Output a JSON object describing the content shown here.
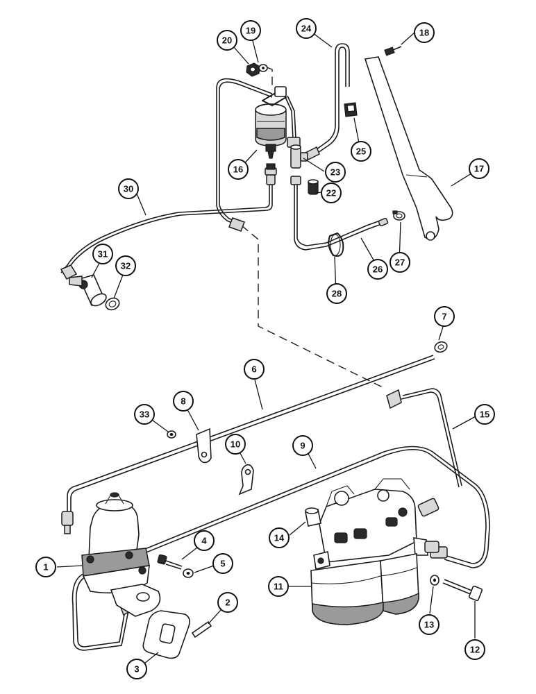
{
  "diagram": {
    "callouts": [
      {
        "id": "c1",
        "label": "1"
      },
      {
        "id": "c2",
        "label": "2"
      },
      {
        "id": "c3",
        "label": "3"
      },
      {
        "id": "c4",
        "label": "4"
      },
      {
        "id": "c5",
        "label": "5"
      },
      {
        "id": "c6",
        "label": "6"
      },
      {
        "id": "c7",
        "label": "7"
      },
      {
        "id": "c8",
        "label": "8"
      },
      {
        "id": "c9",
        "label": "9"
      },
      {
        "id": "c10",
        "label": "10"
      },
      {
        "id": "c11",
        "label": "11"
      },
      {
        "id": "c12",
        "label": "12"
      },
      {
        "id": "c13",
        "label": "13"
      },
      {
        "id": "c14",
        "label": "14"
      },
      {
        "id": "c15",
        "label": "15"
      },
      {
        "id": "c16",
        "label": "16"
      },
      {
        "id": "c17",
        "label": "17"
      },
      {
        "id": "c18",
        "label": "18"
      },
      {
        "id": "c19",
        "label": "19"
      },
      {
        "id": "c20",
        "label": "20"
      },
      {
        "id": "c22",
        "label": "22"
      },
      {
        "id": "c23",
        "label": "23"
      },
      {
        "id": "c24",
        "label": "24"
      },
      {
        "id": "c25",
        "label": "25"
      },
      {
        "id": "c26",
        "label": "26"
      },
      {
        "id": "c27",
        "label": "27"
      },
      {
        "id": "c28",
        "label": "28"
      },
      {
        "id": "c30",
        "label": "30"
      },
      {
        "id": "c31",
        "label": "31"
      },
      {
        "id": "c32",
        "label": "32"
      },
      {
        "id": "c33",
        "label": "33"
      }
    ]
  }
}
